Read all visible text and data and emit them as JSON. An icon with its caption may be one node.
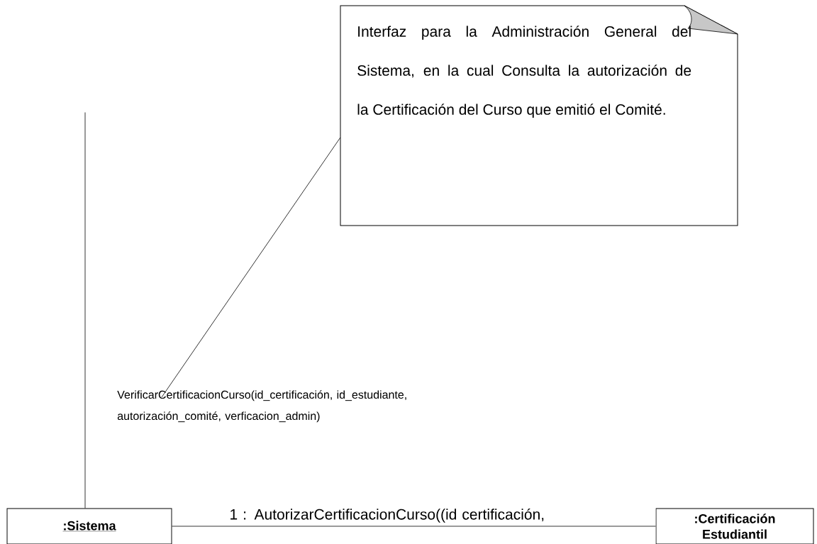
{
  "diagram": {
    "nodes": [
      {
        "text": [
          "Interfaz para la Administración General del Sistema, en la cual Consulta la autorización de la Certificación del Curso que emitió el Comité."
        ]
      },
      {
        "text": [
          ":Sistema"
        ]
      },
      {
        "text": [
          ":Certificación Estudiantil"
        ]
      },
      {
        "text": [
          "VerificarCertificacionCurso(id_certificación, id_estudiante, autorización_comité, verficacion_admin)"
        ]
      }
    ],
    "edges": [
      {
        "from": 1,
        "to": null,
        "arrow": "none"
      },
      {
        "from": 0,
        "to": 3,
        "arrow": "none"
      },
      {
        "from": 1,
        "to": 2,
        "arrow": "none",
        "label": "1 : AutorizarCertificacionCurso((id certificación,"
      }
    ]
  }
}
